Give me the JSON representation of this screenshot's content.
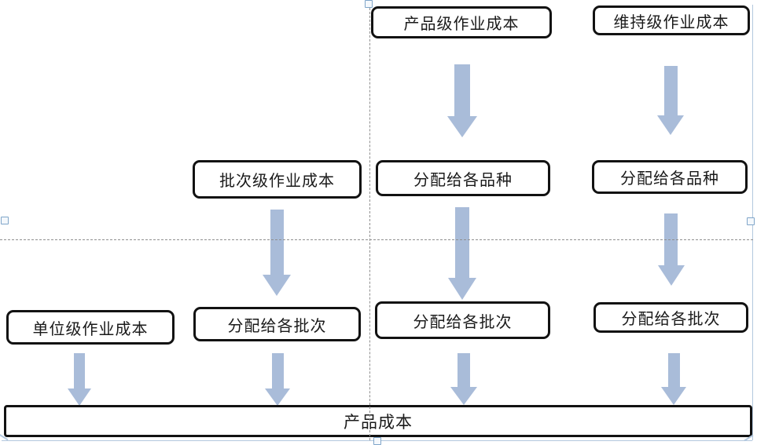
{
  "colors": {
    "arrow": "#a9bcd9",
    "box-border": "#121212",
    "box-fill": "#ffffff",
    "text": "#1a1a1a",
    "guide": "#8f8f8f",
    "canvas-outline": "#b3c8de",
    "handle-border": "#7fa5c9",
    "handle-fill": "#f4f8fc"
  },
  "diagram": {
    "type": "flowchart",
    "nodes": {
      "product_level": "产品级作业成本",
      "sustaining_level": "维持级作业成本",
      "batch_level": "批次级作业成本",
      "allocate_variety_1": "分配给各品种",
      "allocate_variety_2": "分配给各品种",
      "unit_level": "单位级作业成本",
      "allocate_batch_1": "分配给各批次",
      "allocate_batch_2": "分配给各批次",
      "allocate_batch_3": "分配给各批次",
      "product_cost": "产品成本"
    },
    "edges": [
      {
        "from": "product_level",
        "to": "allocate_variety_1"
      },
      {
        "from": "sustaining_level",
        "to": "allocate_variety_2"
      },
      {
        "from": "batch_level",
        "to": "allocate_batch_1"
      },
      {
        "from": "allocate_variety_1",
        "to": "allocate_batch_2"
      },
      {
        "from": "allocate_variety_2",
        "to": "allocate_batch_3"
      },
      {
        "from": "unit_level",
        "to": "product_cost"
      },
      {
        "from": "allocate_batch_1",
        "to": "product_cost"
      },
      {
        "from": "allocate_batch_2",
        "to": "product_cost"
      },
      {
        "from": "allocate_batch_3",
        "to": "product_cost"
      }
    ]
  }
}
